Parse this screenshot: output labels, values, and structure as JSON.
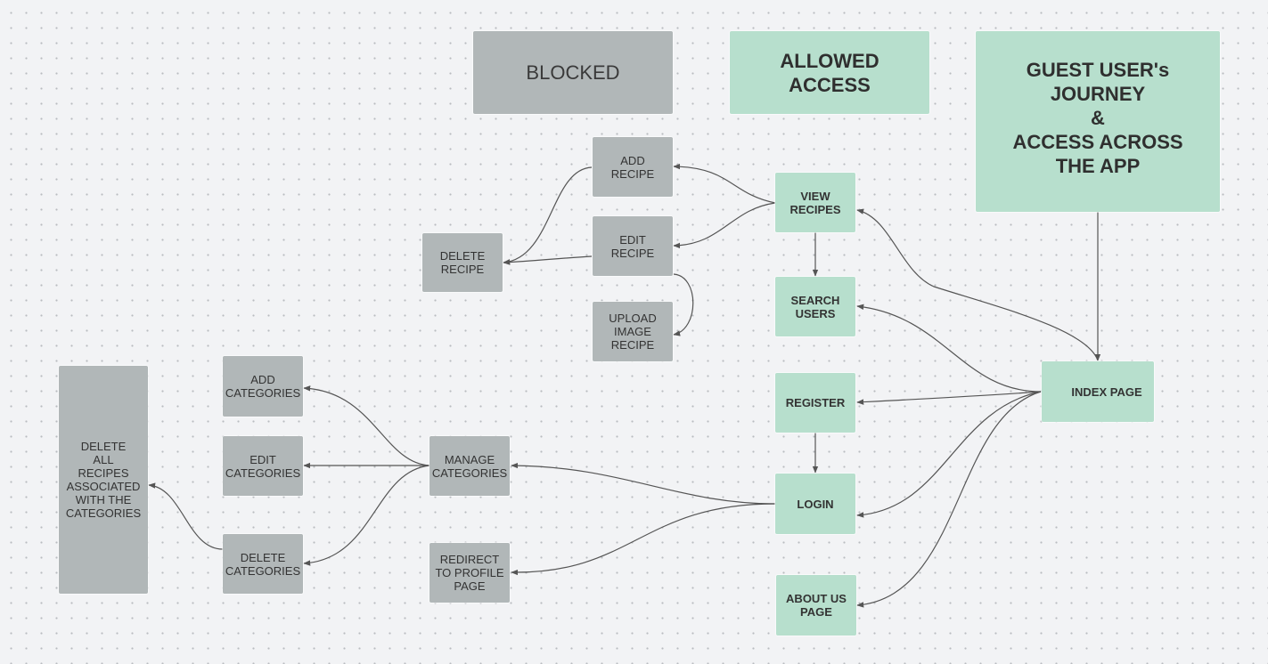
{
  "legend": {
    "blocked": "BLOCKED",
    "allowed": "ALLOWED\nACCESS",
    "title": "GUEST USER's\nJOURNEY\n&\nACCESS ACROSS\nTHE APP"
  },
  "nodes": {
    "add_recipe": "ADD\nRECIPE",
    "edit_recipe": "EDIT\nRECIPE",
    "delete_recipe": "DELETE\nRECIPE",
    "upload_image_recipe": "UPLOAD\nIMAGE\nRECIPE",
    "view_recipes": "VIEW\nRECIPES",
    "search_users": "SEARCH\nUSERS",
    "register": "REGISTER",
    "login": "LOGIN",
    "about_us": "ABOUT US\nPAGE",
    "index_page": "INDEX PAGE",
    "manage_categories": "MANAGE\nCATEGORIES",
    "redirect_profile": "REDIRECT\nTO PROFILE\nPAGE",
    "add_categories": "ADD\nCATEGORIES",
    "edit_categories": "EDIT\nCATEGORIES",
    "delete_categories": "DELETE\nCATEGORIES",
    "delete_all_recipes": "DELETE\nALL\nRECIPES\nASSOCIATED\nWITH THE\nCATEGORIES"
  },
  "colors": {
    "blocked": "#b1b7b8",
    "allowed": "#b7dfcd",
    "connector": "#555555"
  }
}
